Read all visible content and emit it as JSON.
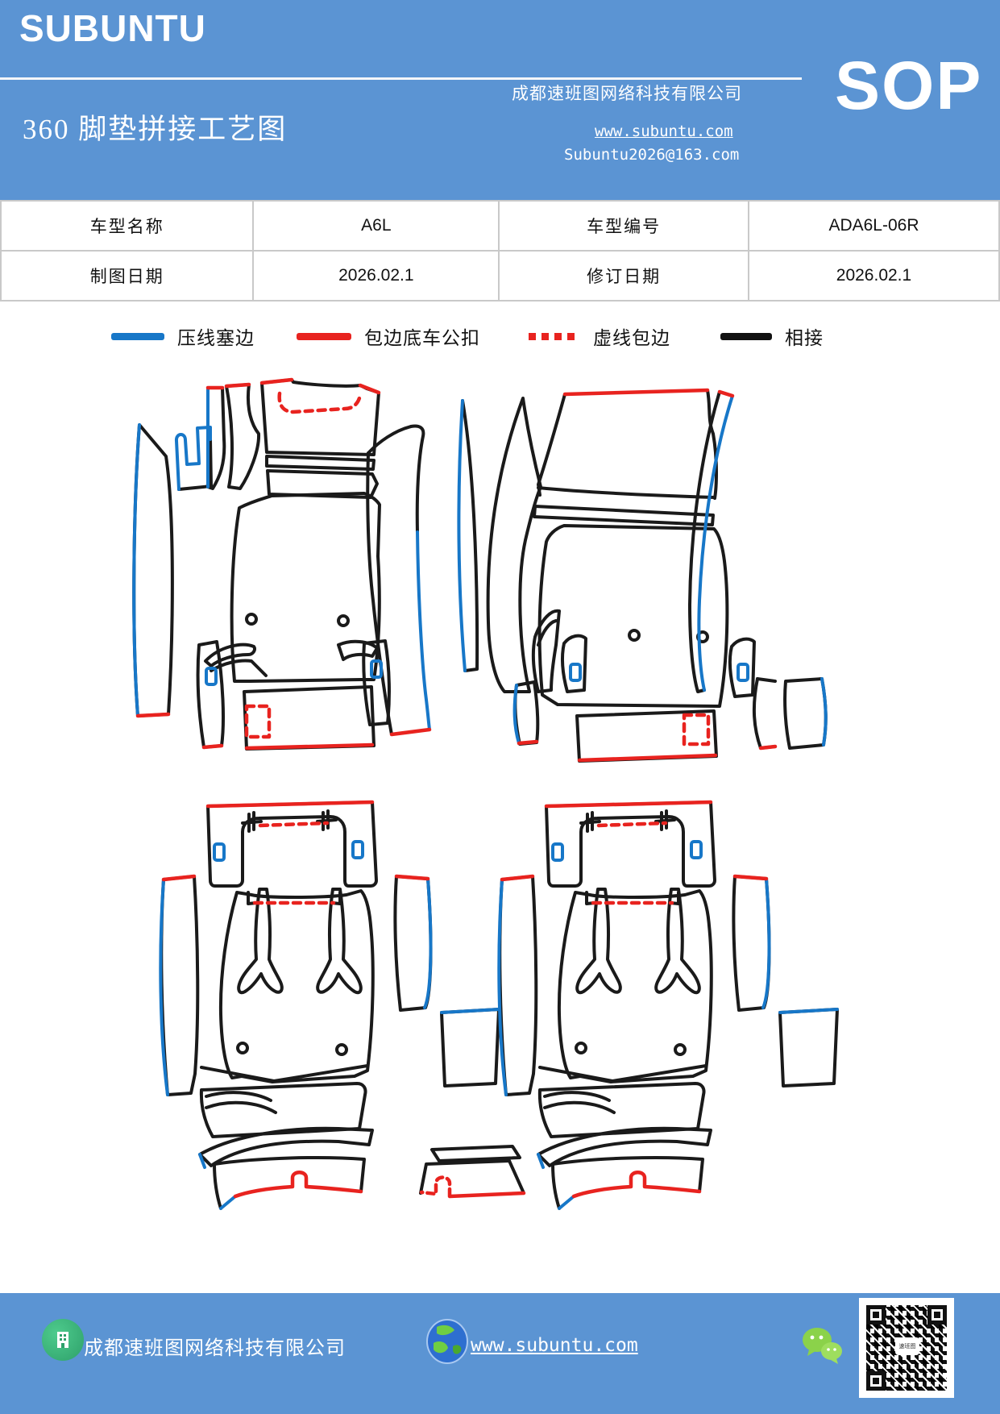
{
  "header": {
    "bg_color": "#5b94d3",
    "brand": "SUBUNTU",
    "company": "成都速班图网络科技有限公司",
    "sop_label": "SOP",
    "title": "360 脚垫拼接工艺图",
    "website": "www.subuntu.com",
    "email": "Subuntu2026@163.com"
  },
  "info_table": {
    "rows": [
      {
        "label1": "车型名称",
        "value1": "A6L",
        "label2": "车型编号",
        "value2": "ADA6L-06R"
      },
      {
        "label1": "制图日期",
        "value1": "2026.02.1",
        "label2": "修订日期",
        "value2": "2026.02.1"
      }
    ]
  },
  "legend": {
    "items": [
      {
        "label": "压线塞边",
        "style": "solid",
        "color": "#1777c8"
      },
      {
        "label": "包边底车公扣",
        "style": "solid",
        "color": "#e8231f"
      },
      {
        "label": "虚线包边",
        "style": "dashed",
        "color": "#e8231f"
      },
      {
        "label": "相接",
        "style": "solid",
        "color": "#111111"
      }
    ]
  },
  "drawing": {
    "stroke_black": "#1a1a1a",
    "stroke_blue": "#1777c8",
    "stroke_red": "#e8231f",
    "groups": [
      "front-left-mat",
      "front-right-mat",
      "rear-left-mat",
      "rear-right-mat",
      "center-pieces"
    ]
  },
  "footer": {
    "bg_color": "#5b94d3",
    "company": "成都速班图网络科技有限公司",
    "website": "www.subuntu.com",
    "icons": [
      "building-icon",
      "globe-icon",
      "wechat-icon",
      "qr-code"
    ]
  }
}
